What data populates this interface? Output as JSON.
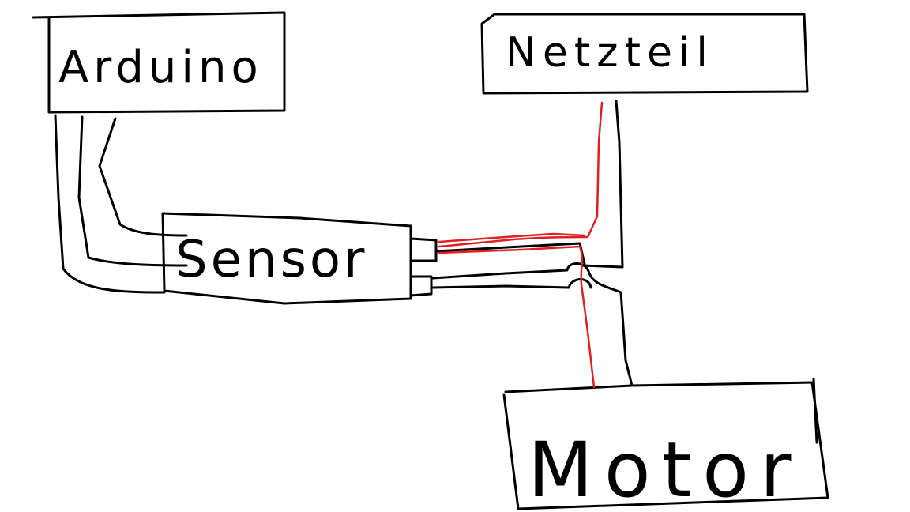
{
  "colors": {
    "background": "#ffffff",
    "ink": "#000000",
    "power_wire": "#e02020"
  },
  "boxes": {
    "arduino": {
      "label": "Arduino"
    },
    "netzteil": {
      "label": "Netzteil"
    },
    "sensor": {
      "label": "Sensor"
    },
    "motor": {
      "label": "Motor"
    }
  }
}
